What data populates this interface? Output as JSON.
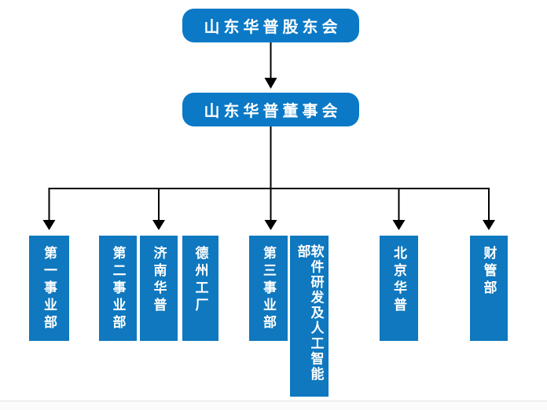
{
  "org": {
    "root_label": "山东华普股东会",
    "board_label": "山东华普董事会",
    "departments": [
      {
        "label": "第一事业部"
      },
      {
        "label": "第二事业部"
      },
      {
        "label": "济南华普"
      },
      {
        "label": "德州工厂"
      },
      {
        "label": "第三事业部"
      },
      {
        "label": "软件研发及人工智能部"
      },
      {
        "label": "北京华普"
      },
      {
        "label": "财管部"
      }
    ]
  },
  "colors": {
    "node-blue": "#0b79c6",
    "column-blue": "#0f78bf",
    "connector-black": "#000000",
    "text-white": "#ffffff",
    "divider-gray": "#e0e2e5"
  }
}
